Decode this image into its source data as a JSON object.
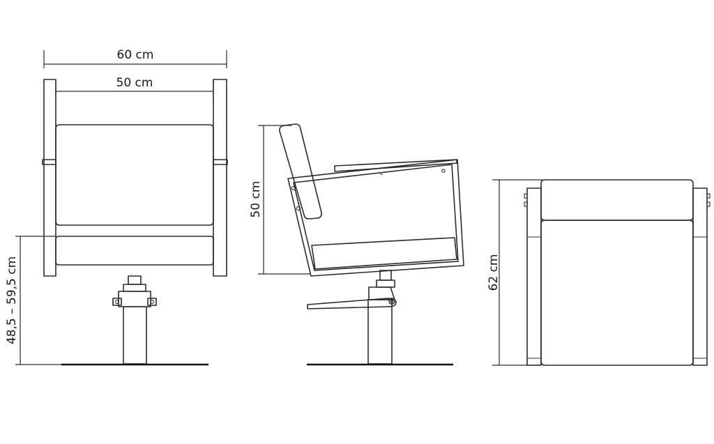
{
  "dimensions": {
    "total_width": "60 cm",
    "seat_width": "50 cm",
    "seat_height_range": "48,5 – 59,5 cm",
    "backrest_height": "50 cm",
    "depth": "62 cm"
  }
}
